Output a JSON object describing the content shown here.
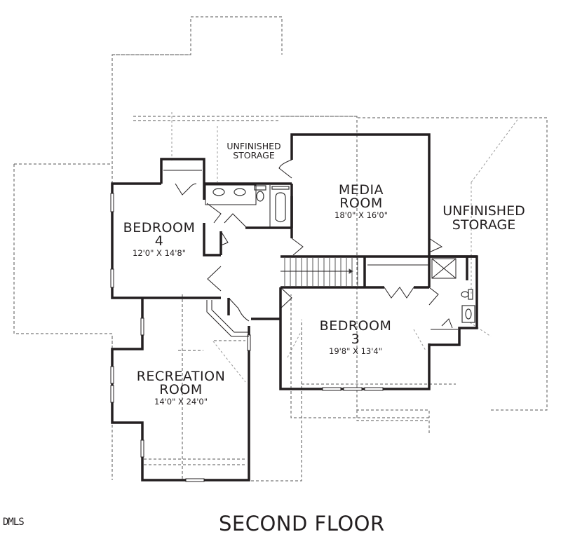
{
  "plan": {
    "title": "SECOND FLOOR",
    "watermark": "DMLS",
    "colors": {
      "wall": "#231f20",
      "dashed_outline": "#555555",
      "fixture": "#444444",
      "background": "#ffffff"
    }
  },
  "rooms": {
    "media_room": {
      "name_line1": "MEDIA",
      "name_line2": "ROOM",
      "dimensions": "18'0\" X 16'0\""
    },
    "bedroom_4": {
      "name_line1": "BEDROOM",
      "name_line2": "4",
      "dimensions": "12'0\" X 14'8\""
    },
    "bedroom_3": {
      "name_line1": "BEDROOM",
      "name_line2": "3",
      "dimensions": "19'8\" X 13'4\""
    },
    "recreation_room": {
      "name_line1": "RECREATION",
      "name_line2": "ROOM",
      "dimensions": "14'0\" X 24'0\""
    },
    "unfinished_storage_small": {
      "name_line1": "UNFINISHED",
      "name_line2": "STORAGE"
    },
    "unfinished_storage_right": {
      "name_line1": "UNFINISHED",
      "name_line2": "STORAGE"
    }
  },
  "fixtures": [
    "double-vanity-sink",
    "toilet",
    "bathtub",
    "shower",
    "toilet-2",
    "sink-2",
    "staircase"
  ]
}
